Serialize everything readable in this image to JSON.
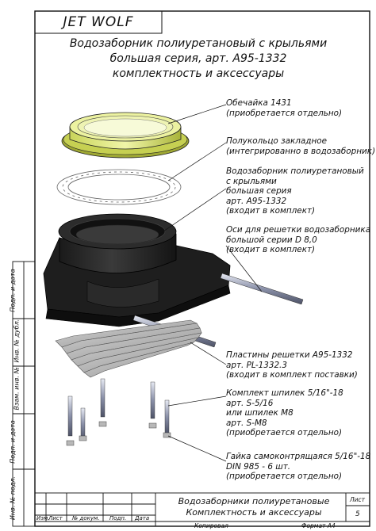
{
  "logo": "JET WOLF",
  "title": {
    "line1": "Водозаборник полиуретановый с крыльями",
    "line2": "большая серия, арт. А95-1332",
    "line3": "комплектность и аксессуары"
  },
  "callouts": [
    {
      "lines": [
        "Обечайка 1431",
        "(приобретается отдельно)"
      ]
    },
    {
      "lines": [
        "Полукольцо закладное",
        "(интегрированно в водозаборник)"
      ]
    },
    {
      "lines": [
        "Водозаборник полиуретановый",
        "с крыльями",
        "большая серия",
        "арт. А95-1332",
        "(входит в комплект)"
      ]
    },
    {
      "lines": [
        "Оси для решетки водозаборника",
        "большой серии D 8,0",
        "(входит в комплект)"
      ]
    },
    {
      "lines": [
        "Пластины решетки А95-1332",
        "арт. PL-1332.3",
        "(входит в комплект поставки)"
      ]
    },
    {
      "lines": [
        "Комплект шпилек 5/16\"-18",
        "арт. S-5/16",
        "или шпилек М8",
        "арт. S-M8",
        "(приобретается отдельно)"
      ]
    },
    {
      "lines": [
        "Гайка самоконтрящаяся 5/16\"-18",
        "DIN 985 - 6 шт.",
        "(приобретается отдельно)"
      ]
    }
  ],
  "side_labels": {
    "podp_data_1": "Подп. и дата",
    "inv_dubl": "Инв. № дубл.",
    "vzam_inv": "Взам. инв. №",
    "podp_data_2": "Подп. и дата",
    "inv_podl": "Инв. № подл."
  },
  "title_block": {
    "izm": "Изм.",
    "list": "Лист",
    "doc_no": "№ докум.",
    "podp": "Подп.",
    "data": "Дата",
    "name_line1": "Водозаборники полиуретановые",
    "name_line2": "Комплектность и аксессуары",
    "sheet_label": "Лист",
    "sheet_no": "5",
    "kopiroval": "Копировал",
    "format": "Формат А4"
  }
}
